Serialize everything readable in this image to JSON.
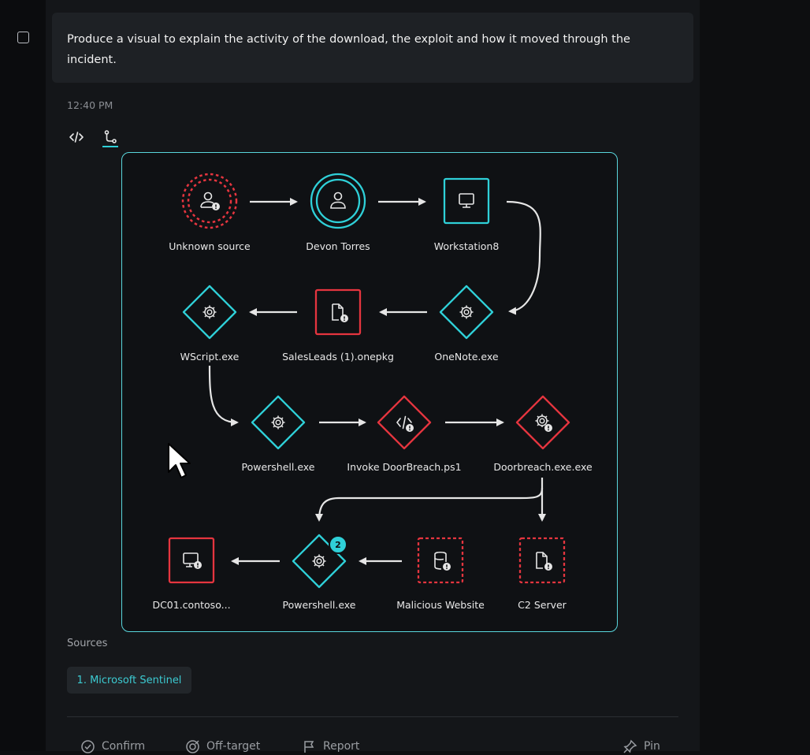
{
  "prompt": {
    "text": "Produce a visual to explain the activity of the download, the exploit and how it moved through the incident."
  },
  "message": {
    "timestamp": "12:40 PM",
    "view_tabs": [
      "code-view-icon",
      "graph-view-icon"
    ],
    "active_tab": "graph-view-icon"
  },
  "diagram": {
    "nodes": [
      {
        "label": "Unknown source",
        "shape": "circle",
        "style": "dashed-red",
        "icon": "user-alert-icon"
      },
      {
        "label": "Devon Torres",
        "shape": "circle",
        "style": "teal",
        "icon": "user-icon"
      },
      {
        "label": "Workstation8",
        "shape": "square",
        "style": "teal",
        "icon": "monitor-icon"
      },
      {
        "label": "OneNote.exe",
        "shape": "diamond",
        "style": "teal",
        "icon": "gear-icon"
      },
      {
        "label": "SalesLeads (1).onepkg",
        "shape": "square",
        "style": "red",
        "icon": "file-alert-icon"
      },
      {
        "label": "WScript.exe",
        "shape": "diamond",
        "style": "teal",
        "icon": "gear-icon"
      },
      {
        "label": "Powershell.exe",
        "shape": "diamond",
        "style": "teal",
        "icon": "gear-icon"
      },
      {
        "label": "Invoke DoorBreach.ps1",
        "shape": "diamond",
        "style": "red",
        "icon": "code-alert-icon"
      },
      {
        "label": "Doorbreach.exe.exe",
        "shape": "diamond",
        "style": "red",
        "icon": "gear-alert-icon"
      },
      {
        "label": "C2 Server",
        "shape": "square",
        "style": "dashed-red",
        "icon": "file-alert-icon"
      },
      {
        "label": "Malicious Website",
        "shape": "square",
        "style": "dashed-red",
        "icon": "database-alert-icon"
      },
      {
        "label": "Powershell.exe",
        "shape": "diamond",
        "style": "teal",
        "icon": "gear-icon",
        "badge": "2"
      },
      {
        "label": "DC01.contoso...",
        "shape": "square",
        "style": "red",
        "icon": "monitor-alert-icon"
      }
    ]
  },
  "sources": {
    "label": "Sources",
    "items": [
      "1. Microsoft Sentinel"
    ]
  },
  "actions": {
    "confirm": "Confirm",
    "off_target": "Off-target",
    "report": "Report",
    "pin": "Pin"
  },
  "colors": {
    "teal": "#2fd0d8",
    "red": "#e5353f",
    "background": "#141619"
  }
}
